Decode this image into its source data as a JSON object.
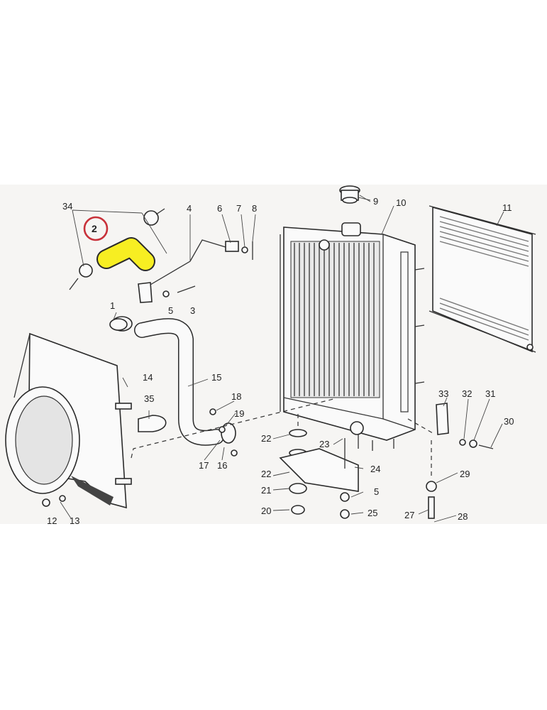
{
  "diagram": {
    "highlight_color": "#f7ee22",
    "circle_color": "#c8313a",
    "highlighted_part": "2",
    "labels": {
      "p1": "1",
      "p2": "2",
      "p3": "3",
      "p4": "4",
      "p5a": "5",
      "p5b": "5",
      "p6": "6",
      "p7": "7",
      "p8": "8",
      "p9": "9",
      "p10": "10",
      "p11": "11",
      "p12": "12",
      "p13": "13",
      "p14": "14",
      "p15": "15",
      "p16": "16",
      "p17": "17",
      "p18": "18",
      "p19": "19",
      "p20": "20",
      "p21": "21",
      "p22a": "22",
      "p22b": "22",
      "p23": "23",
      "p24": "24",
      "p25": "25",
      "p27": "27",
      "p28": "28",
      "p29": "29",
      "p30": "30",
      "p31": "31",
      "p32": "32",
      "p33": "33",
      "p34": "34",
      "p35": "35"
    }
  }
}
